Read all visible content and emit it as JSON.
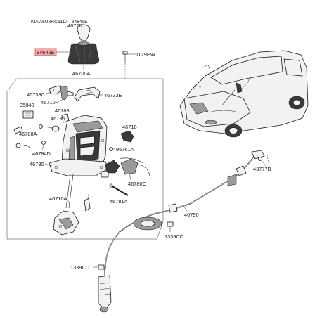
{
  "header": {
    "text": "KIA A6U8RC6117 - 84640E"
  },
  "colors": {
    "highlight_fill": "#f4a9a9",
    "highlight_border": "#d64545",
    "line": "#1a1a1a",
    "background": "#ffffff"
  },
  "labels": {
    "p46720": "46720",
    "p84640e": "84640E",
    "p46700a": "46700A",
    "p1129ew": "1129EW",
    "p46738c": "46738C",
    "p46710f": "46710F",
    "p46733e": "46733E",
    "p95840": "95840",
    "p46783": "46783",
    "p46735": "46735",
    "p46718": "46718",
    "p46788a": "46788A",
    "p46784d": "46784D",
    "p95761a": "95761A",
    "p46730": "46730",
    "p46780c": "46780C",
    "p43777b": "43777B",
    "p46710a": "46710A",
    "p46781a": "46781A",
    "p46790": "46790",
    "p1339cd_a": "1339CD",
    "p1339cd_b": "1339CD"
  },
  "highlighted_part": "84640E"
}
